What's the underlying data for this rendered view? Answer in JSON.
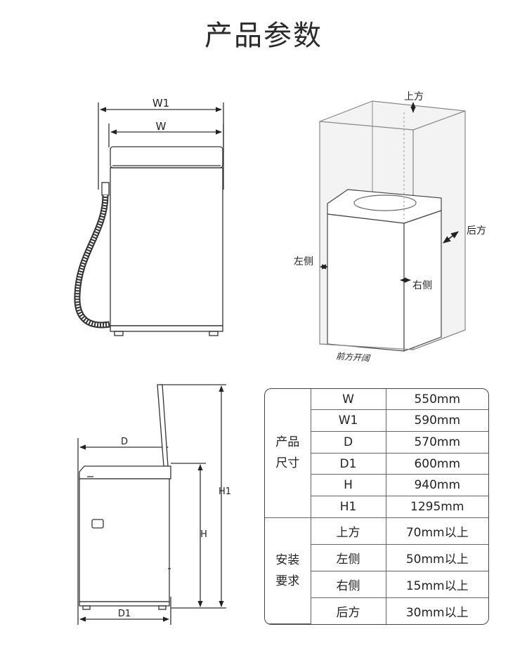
{
  "title": "产品参数",
  "diagram_labels": {
    "w1": "W1",
    "w": "W",
    "d": "D",
    "d1": "D1",
    "h": "H",
    "h1": "H1",
    "top": "上方",
    "back": "后方",
    "left": "左侧",
    "right": "右侧",
    "front": "前方开阔"
  },
  "spec_table": {
    "product_group": [
      "产品",
      "尺寸"
    ],
    "install_group": [
      "安装",
      "要求"
    ],
    "product_rows": [
      {
        "key": "W",
        "value": "550mm"
      },
      {
        "key": "W1",
        "value": "590mm"
      },
      {
        "key": "D",
        "value": "570mm"
      },
      {
        "key": "D1",
        "value": "600mm"
      },
      {
        "key": "H",
        "value": "940mm"
      },
      {
        "key": "H1",
        "value": "1295mm"
      }
    ],
    "install_rows": [
      {
        "key": "上方",
        "value": "70mm以上"
      },
      {
        "key": "左侧",
        "value": "50mm以上"
      },
      {
        "key": "右侧",
        "value": "15mm以上"
      },
      {
        "key": "后方",
        "value": "30mm以上"
      }
    ]
  }
}
